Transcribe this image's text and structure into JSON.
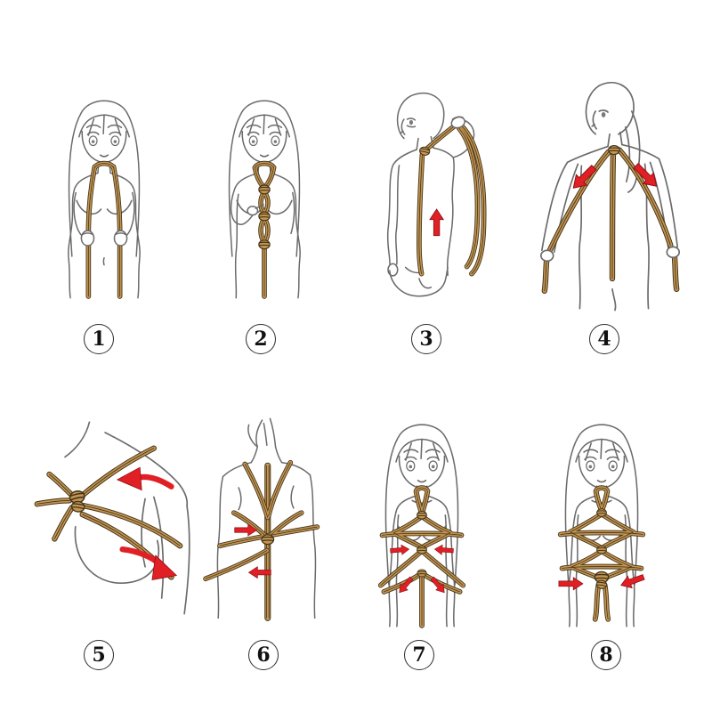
{
  "sheet": {
    "background": "#ffffff",
    "colors": {
      "background": "#ffffff",
      "line_art": "#6b6b6b",
      "rope": "#c59552",
      "rope_outline": "#42351a",
      "arrow_red": "#e12026",
      "number_ink": "#111111"
    },
    "steps": [
      {
        "number": "1",
        "illustration": "front-view-rope-draped-over-neck-held-in-both-hands"
      },
      {
        "number": "2",
        "illustration": "front-view-chain-of-knots-down-center-chest"
      },
      {
        "number": "3",
        "illustration": "back-view-pulling-rope-ends-up-over-shoulder-arrow-up"
      },
      {
        "number": "4",
        "illustration": "back-view-rope-ends-brought-over-shoulders-arrows-down"
      },
      {
        "number": "5",
        "illustration": "closeup-side-knot-ropes-wrapped-around-chest-curved-arrows"
      },
      {
        "number": "6",
        "illustration": "back-view-crossed-harness-with-waist-band-arrows"
      },
      {
        "number": "7",
        "illustration": "front-view-diamond-harness-partial-four-arrows"
      },
      {
        "number": "8",
        "illustration": "front-view-diamond-harness-complete-two-arrows"
      }
    ]
  }
}
